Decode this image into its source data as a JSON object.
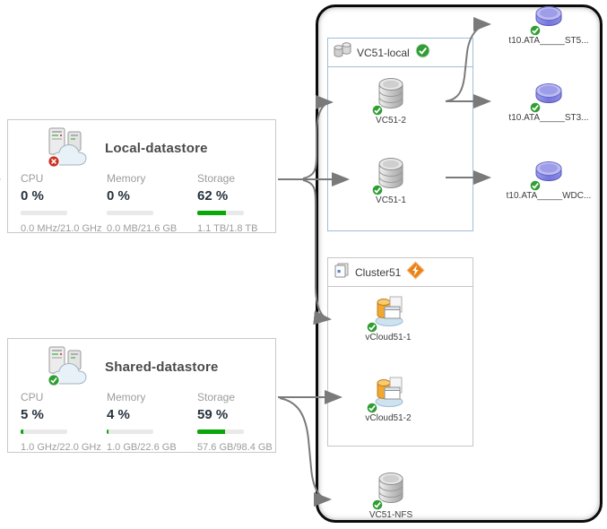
{
  "diagram": {
    "cards": [
      {
        "title": "Local-datastore",
        "status_badge": "error",
        "metrics": [
          {
            "label": "CPU",
            "value": "0 %",
            "percent": 0,
            "detail": "0.0 MHz/21.0 GHz"
          },
          {
            "label": "Memory",
            "value": "0 %",
            "percent": 0,
            "detail": "0.0 MB/21.6 GB"
          },
          {
            "label": "Storage",
            "value": "62 %",
            "percent": 62,
            "detail": "1.1 TB/1.8 TB"
          }
        ]
      },
      {
        "title": "Shared-datastore",
        "status_badge": "ok",
        "metrics": [
          {
            "label": "CPU",
            "value": "5 %",
            "percent": 5,
            "detail": "1.0 GHz/22.0 GHz"
          },
          {
            "label": "Memory",
            "value": "4 %",
            "percent": 4,
            "detail": "1.0 GB/22.6 GB"
          },
          {
            "label": "Storage",
            "value": "59 %",
            "percent": 59,
            "detail": "57.6 GB/98.4 GB"
          }
        ]
      }
    ],
    "groups": [
      {
        "title": "VC51-local",
        "badge": "ok"
      },
      {
        "title": "Cluster51",
        "badge": "warning"
      }
    ],
    "nodes": {
      "vc51_2": "VC51-2",
      "vc51_1": "VC51-1",
      "vcloud51_1": "vCloud51-1",
      "vcloud51_2": "vCloud51-2",
      "vc51_nfs": "VC51-NFS",
      "disk_st5": "t10.ATA_____ST5...",
      "disk_st3": "t10.ATA_____ST3...",
      "disk_wdc": "t10.ATA_____WDC..."
    },
    "colors": {
      "progress_green": "#0aa60a",
      "arrow_gray": "#7a7a7a",
      "arrow_red": "#cc2200",
      "container_border": "#0a0a0a",
      "group_border_blue": "#a2bdd6",
      "group_border_gray": "#c6c6c6",
      "ok_green": "#2f9e33",
      "error_red": "#cc3322",
      "warning_orange": "#e8831c"
    }
  }
}
